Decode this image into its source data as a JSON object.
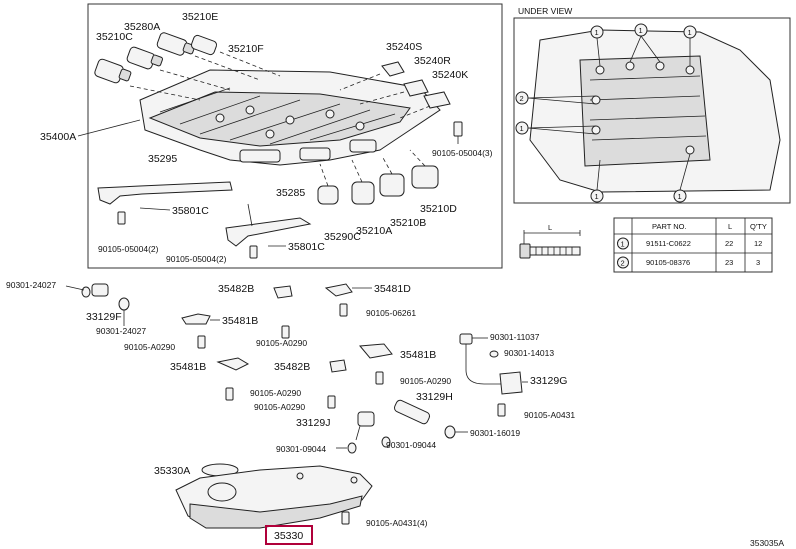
{
  "header": {
    "view_title": "UNDER VIEW"
  },
  "labels": {
    "l35210E": "35210E",
    "l35280A": "35280A",
    "l35210C": "35210C",
    "l35210F": "35210F",
    "l35240S": "35240S",
    "l35240R": "35240R",
    "l35240K": "35240K",
    "l35400A": "35400A",
    "l35295": "35295",
    "l35801C_a": "35801C",
    "l90105_05004_3": "90105-05004(3)",
    "l90105_05004_2a": "90105-05004(2)",
    "l90105_05004_2b": "90105-05004(2)",
    "l35285": "35285",
    "l35801C_b": "35801C",
    "l35290C": "35290C",
    "l35210A": "35210A",
    "l35210B": "35210B",
    "l35210D": "35210D",
    "l90301_24027_a": "90301-24027",
    "l33129F": "33129F",
    "l90301_24027_b": "90301-24027",
    "l90105_A0290_a": "90105-A0290",
    "l35482B_a": "35482B",
    "l35481B_a": "35481B",
    "l90105_A0290_b": "90105-A0290",
    "l35481D": "35481D",
    "l90105_06261": "90105-06261",
    "l35481B_b": "35481B",
    "l90105_A0290_c": "90105-A0290",
    "l35482B_b": "35482B",
    "l90105_A0290_d": "90105-A0290",
    "l35481B_c": "35481B",
    "l90105_A0290_e": "90105-A0290",
    "l90301_11037": "90301-11037",
    "l90301_14013": "90301-14013",
    "l33129G": "33129G",
    "l33129H": "33129H",
    "l90105_A0431": "90105-A0431",
    "l33129J": "33129J",
    "l90301_09044_a": "90301-09044",
    "l90301_09044_b": "90301-09044",
    "l90301_16019": "90301-16019",
    "l35330A": "35330A",
    "l90105_A0431_4": "90105-A0431(4)",
    "l35330": "35330",
    "drawing_id": "353035A"
  },
  "callouts": {
    "c1": "1",
    "c2": "2"
  },
  "dimension": {
    "length_symbol": "L"
  },
  "table": {
    "headers": [
      "",
      "PART NO.",
      "L",
      "Q'TY"
    ],
    "rows": [
      {
        "ref": "1",
        "part_no": "91511-C0622",
        "l": "22",
        "qty": "12"
      },
      {
        "ref": "2",
        "part_no": "90105-08376",
        "l": "23",
        "qty": "3"
      }
    ]
  },
  "colors": {
    "highlight": "#b0003a",
    "line": "#222222"
  }
}
